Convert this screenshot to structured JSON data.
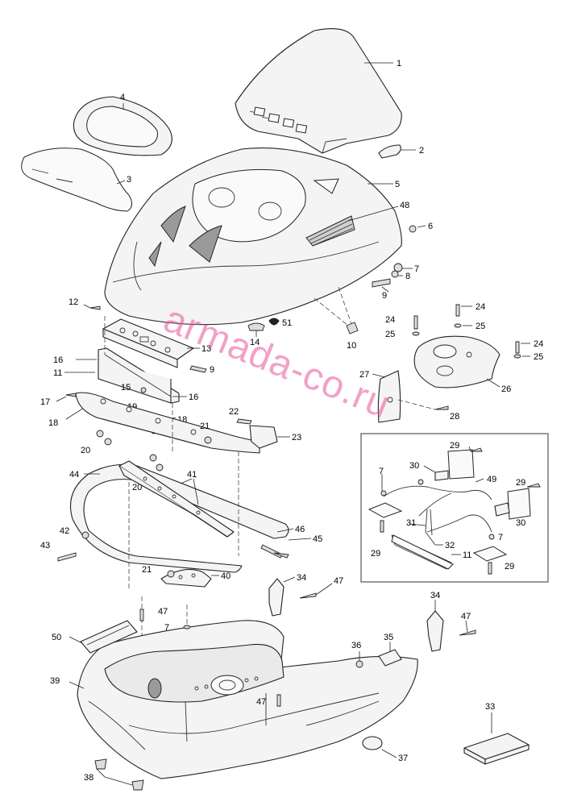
{
  "watermark": "armada-co.ru",
  "callouts": {
    "n1": "1",
    "n2": "2",
    "n3": "3",
    "n4": "4",
    "n5": "5",
    "n6": "6",
    "n7a": "7",
    "n7b": "7",
    "n7c": "7",
    "n7d": "7",
    "n8": "8",
    "n9a": "9",
    "n9b": "9",
    "n10": "10",
    "n11a": "11",
    "n11b": "11",
    "n12": "12",
    "n13": "13",
    "n14": "14",
    "n15": "15",
    "n16a": "16",
    "n16b": "16",
    "n17a": "17",
    "n17b": "17",
    "n18a": "18",
    "n18b": "18",
    "n19": "19",
    "n20a": "20",
    "n20b": "20",
    "n21a": "21",
    "n21b": "21",
    "n22": "22",
    "n23": "23",
    "n24a": "24",
    "n24b": "24",
    "n24c": "24",
    "n25a": "25",
    "n25b": "25",
    "n25c": "25",
    "n26": "26",
    "n27": "27",
    "n28": "28",
    "n29a": "29",
    "n29b": "29",
    "n29c": "29",
    "n29d": "29",
    "n30a": "30",
    "n30b": "30",
    "n31": "31",
    "n32": "32",
    "n33": "33",
    "n34a": "34",
    "n34b": "34",
    "n35": "35",
    "n36": "36",
    "n37": "37",
    "n38": "38",
    "n39": "39",
    "n40": "40",
    "n41": "41",
    "n42": "42",
    "n43": "43",
    "n44": "44",
    "n45": "45",
    "n46": "46",
    "n47a": "47",
    "n47b": "47",
    "n47c": "47",
    "n47d": "47",
    "n48": "48",
    "n49": "49",
    "n50": "50",
    "n51": "51"
  }
}
